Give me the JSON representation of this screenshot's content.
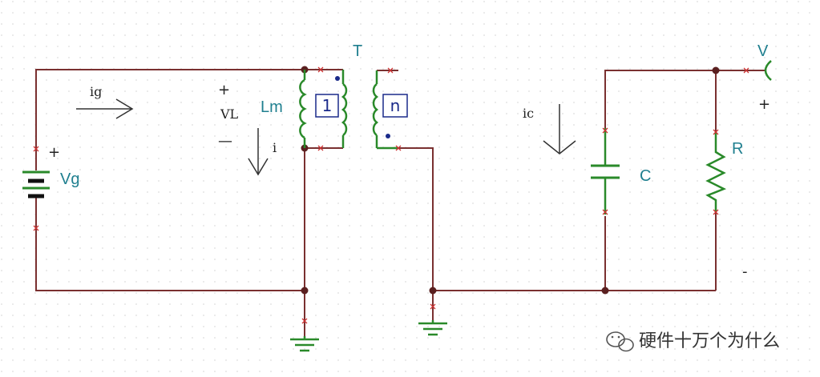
{
  "diagram": {
    "labels": {
      "T": "T",
      "Lm": "Lm",
      "ratio_primary": "1",
      "ratio_secondary": "n",
      "Vg": "Vg",
      "vg_plus": "+",
      "ig": "ig",
      "VL": "VL",
      "vl_plus": "+",
      "vl_minus": "—",
      "i": "i",
      "ic": "ic",
      "C": "C",
      "R": "R",
      "V": "V",
      "v_plus": "+",
      "v_minus": "-"
    },
    "watermark": "硬件十万个为什么"
  },
  "colors": {
    "wire": "#7a3030",
    "component": "#2a8a2a",
    "label": "#1f7f8f",
    "ratio_box": "#1a2a8a",
    "marker": "#cc3030"
  }
}
